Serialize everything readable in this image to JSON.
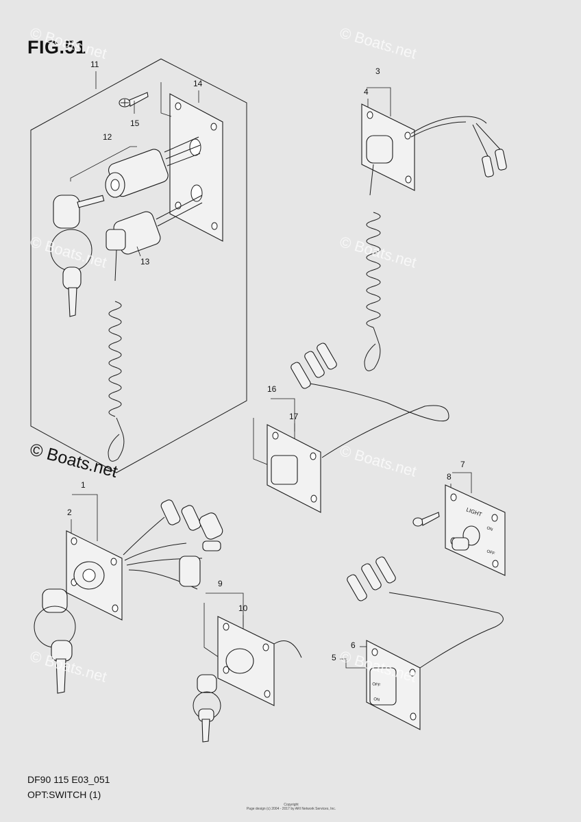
{
  "figure": {
    "title": "FIG.51",
    "model_code": "DF90 115 E03_051",
    "section_name": "OPT:SWITCH (1)"
  },
  "watermark": {
    "main": "© Boats.net",
    "faint": "© Boats.net"
  },
  "copyright_lines": [
    "Copyright",
    "Page design (c) 2004 - 2017 by ARI Network Services, Inc."
  ],
  "callouts": {
    "c1": "1",
    "c2": "2",
    "c3": "3",
    "c4": "4",
    "c5": "5",
    "c6": "6",
    "c7": "7",
    "c8": "8",
    "c9": "9",
    "c10": "10",
    "c11": "11",
    "c12": "12",
    "c13": "13",
    "c14": "14",
    "c15": "15",
    "c16": "16",
    "c17": "17"
  },
  "panel_labels": {
    "light": "LIGHT",
    "on": "ON",
    "off": "OFF",
    "off_small": "OFF",
    "on_small": "ON"
  },
  "colors": {
    "background": "#e6e6e6",
    "line": "#1a1a1a",
    "watermark": "#ffffff"
  }
}
